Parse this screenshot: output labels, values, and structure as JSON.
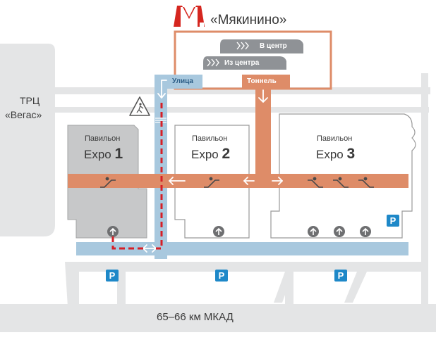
{
  "metro": {
    "letter": "М",
    "station": "«Мякинино»",
    "color": "#d5261f"
  },
  "trains": {
    "to_center": "В центр",
    "from_center": "Из центра"
  },
  "routes": {
    "street": {
      "label": "Улица",
      "color": "#a8c8de"
    },
    "tunnel": {
      "label": "Тоннель",
      "color": "#de8c68"
    }
  },
  "mall": {
    "line1": "ТРЦ",
    "line2": "«Вегас»"
  },
  "pavilions": [
    {
      "label": "Павильон",
      "name": "Expo",
      "number": "1"
    },
    {
      "label": "Павильон",
      "name": "Expo",
      "number": "2"
    },
    {
      "label": "Павильон",
      "name": "Expo",
      "number": "3"
    }
  ],
  "parking": {
    "label": "P",
    "color": "#1e88c8"
  },
  "road": {
    "label": "65–66 км МКАД"
  },
  "icons": [
    "metro-logo-icon",
    "train-icon",
    "escalator-icon",
    "entrance-arrow-icon",
    "pedestrian-warning-icon",
    "parking-icon",
    "double-arrow-icon"
  ],
  "colors": {
    "ground": "#e4e5e6",
    "building": "#ffffff",
    "building_outline": "#9a9a9a",
    "pavilion1": "#c7c8c9",
    "walk_path": "#d61f26"
  }
}
